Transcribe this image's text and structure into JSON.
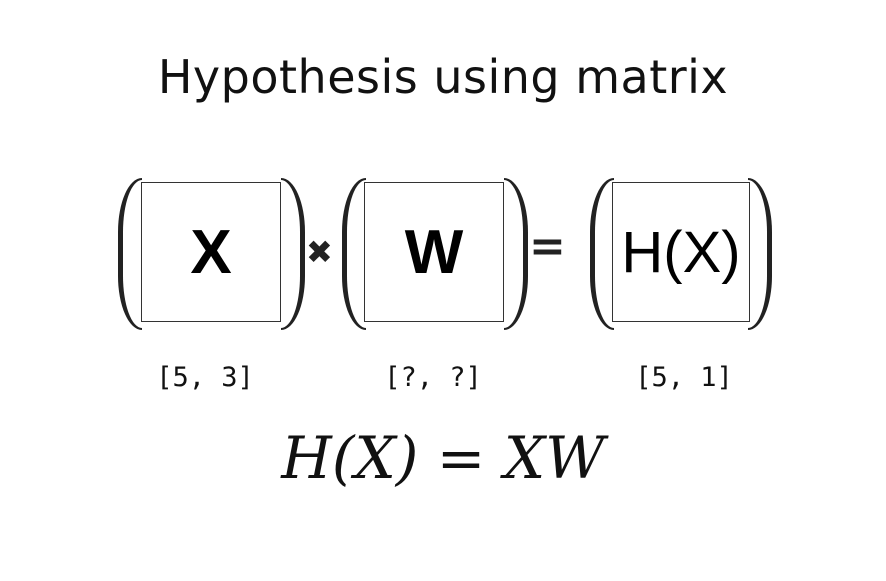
{
  "title": "Hypothesis using matrix",
  "matrices": {
    "x": {
      "label": "X",
      "shape": "[5, 3]"
    },
    "w": {
      "label": "W",
      "shape": "[?, ?]"
    },
    "h": {
      "label": "H(X)",
      "shape": "[5, 1]"
    }
  },
  "operators": {
    "multiply": "✖",
    "equals": "="
  },
  "equation": "H(X) = XW"
}
